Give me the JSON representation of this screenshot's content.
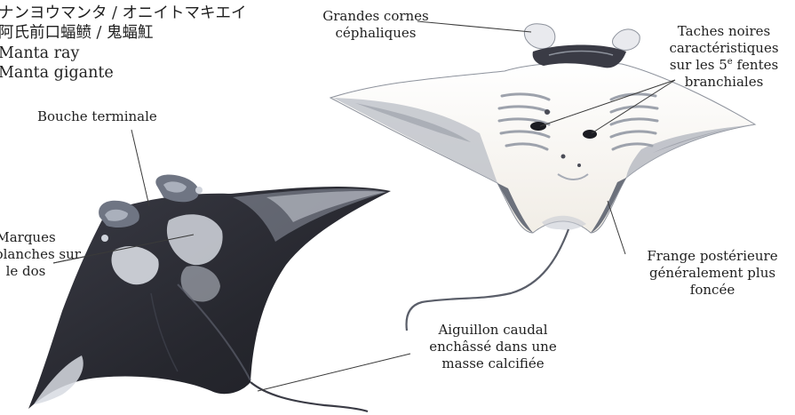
{
  "names": {
    "japanese": "ナンヨウマンタ / オニイトマキエイ",
    "chinese": "阿氏前口蝠鲼 / 鬼蝠魟",
    "english": "Manta ray",
    "french": "Manta gigante"
  },
  "labels": {
    "mouth": "Bouche terminale",
    "dorsal_marks_line1": "Marques",
    "dorsal_marks_line2": "blanches sur",
    "dorsal_marks_line3": "le dos",
    "horns_line1": "Grandes cornes",
    "horns_line2": "céphaliques",
    "gill_spots_line1": "Taches noires",
    "gill_spots_line2": "caractéristiques",
    "gill_spots_line3_prefix": "sur les 5",
    "gill_spots_line3_sup": "e",
    "gill_spots_line3_suffix": " fentes",
    "gill_spots_line4": "branchiales",
    "fringe_line1": "Frange postérieure",
    "fringe_line2": "généralement plus",
    "fringe_line3": "foncée",
    "spine_line1": "Aiguillon caudal",
    "spine_line2": "enchâssé dans une",
    "spine_line3": "masse calcifiée"
  },
  "colors": {
    "dorsal_body": "#2a2b33",
    "dorsal_highlight": "#c9cdd6",
    "ventral_body": "#f3efe8",
    "ventral_shadow": "#a9adb6",
    "ventral_edge": "#6e7480",
    "spot": "#1b1c22",
    "leader": "#3a3a3a"
  }
}
